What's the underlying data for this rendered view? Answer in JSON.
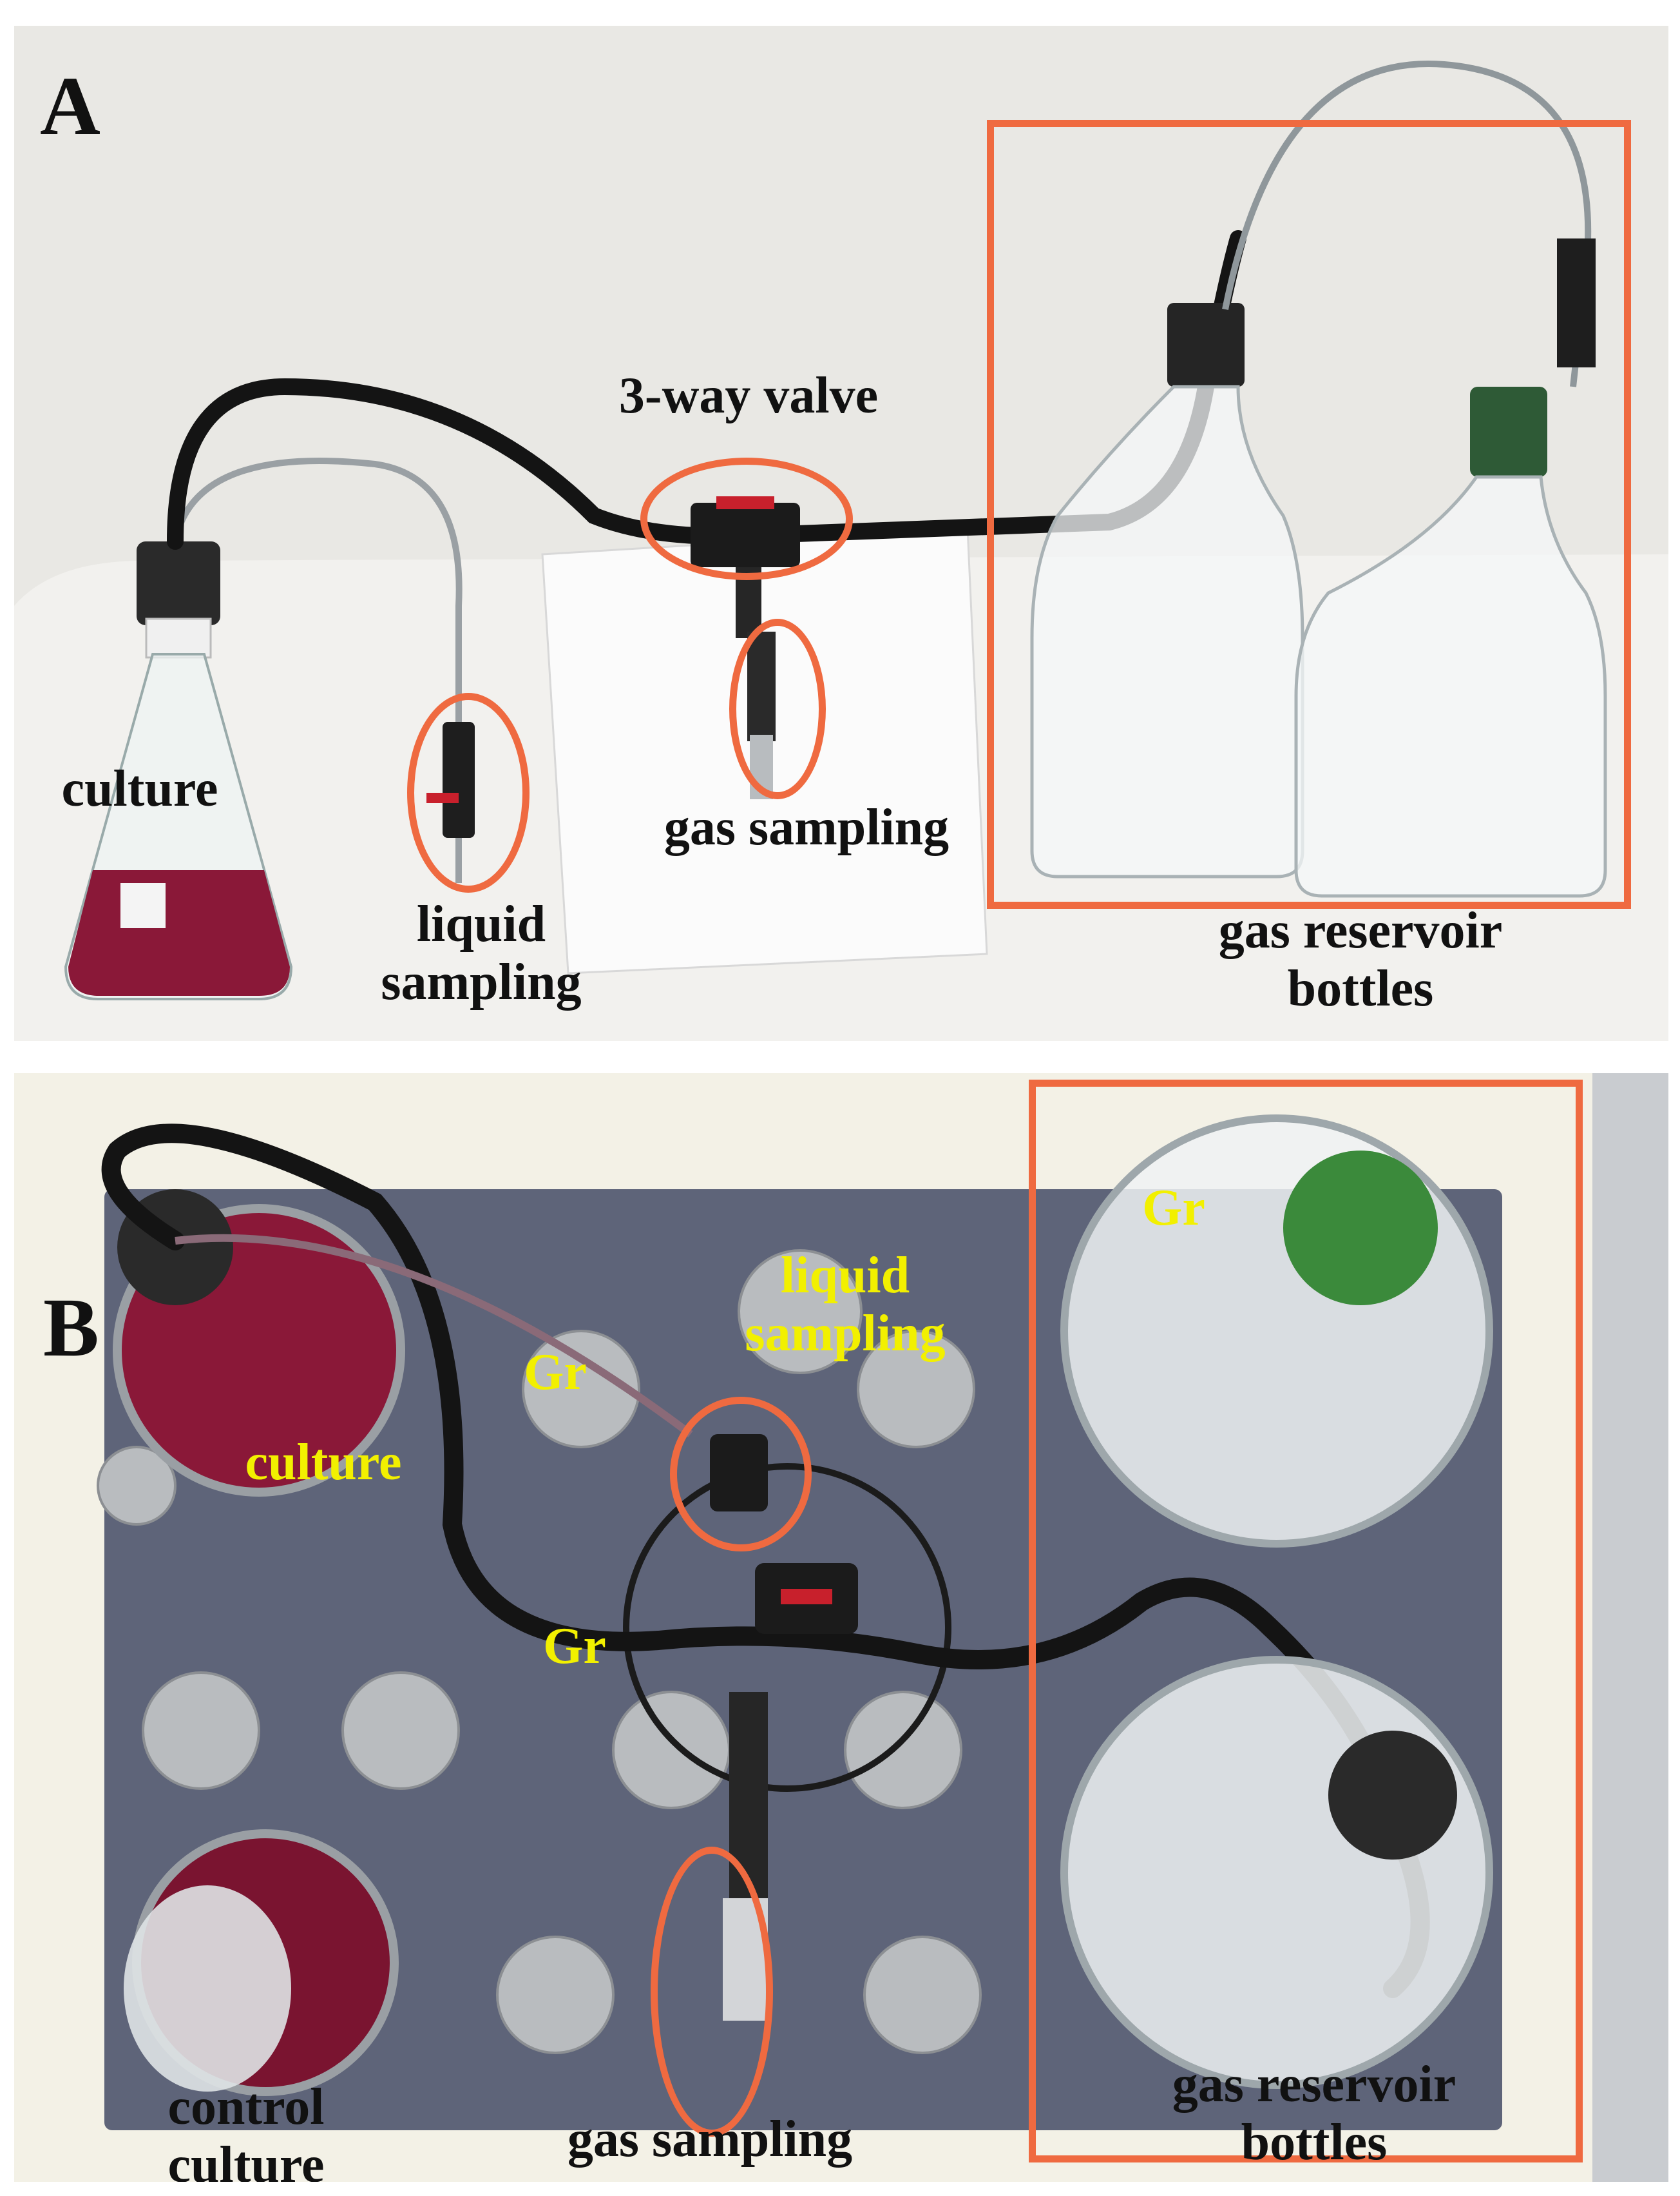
{
  "panels": {
    "a": {
      "letter": "A",
      "labels": {
        "three_way_valve": "3-way valve",
        "culture": "culture",
        "gas_sampling": "gas sampling",
        "liquid_sampling_1": "liquid",
        "liquid_sampling_2": "sampling",
        "gas_reservoir_1": "gas reservoir",
        "gas_reservoir_2": "bottles"
      }
    },
    "b": {
      "letter": "B",
      "labels": {
        "gr_1": "Gr",
        "gr_2": "Gr",
        "gr_3": "Gr",
        "culture": "culture",
        "liquid_sampling_1": "liquid",
        "liquid_sampling_2": "sampling",
        "control_culture_1": "control",
        "control_culture_2": "culture",
        "gas_sampling": "gas sampling",
        "gas_reservoir_1": "gas reservoir",
        "gas_reservoir_2": "bottles"
      }
    }
  },
  "colors": {
    "highlight": "#ef6a40",
    "panel_b_label": "#f2f000",
    "culture_medium": "#8a1838"
  }
}
